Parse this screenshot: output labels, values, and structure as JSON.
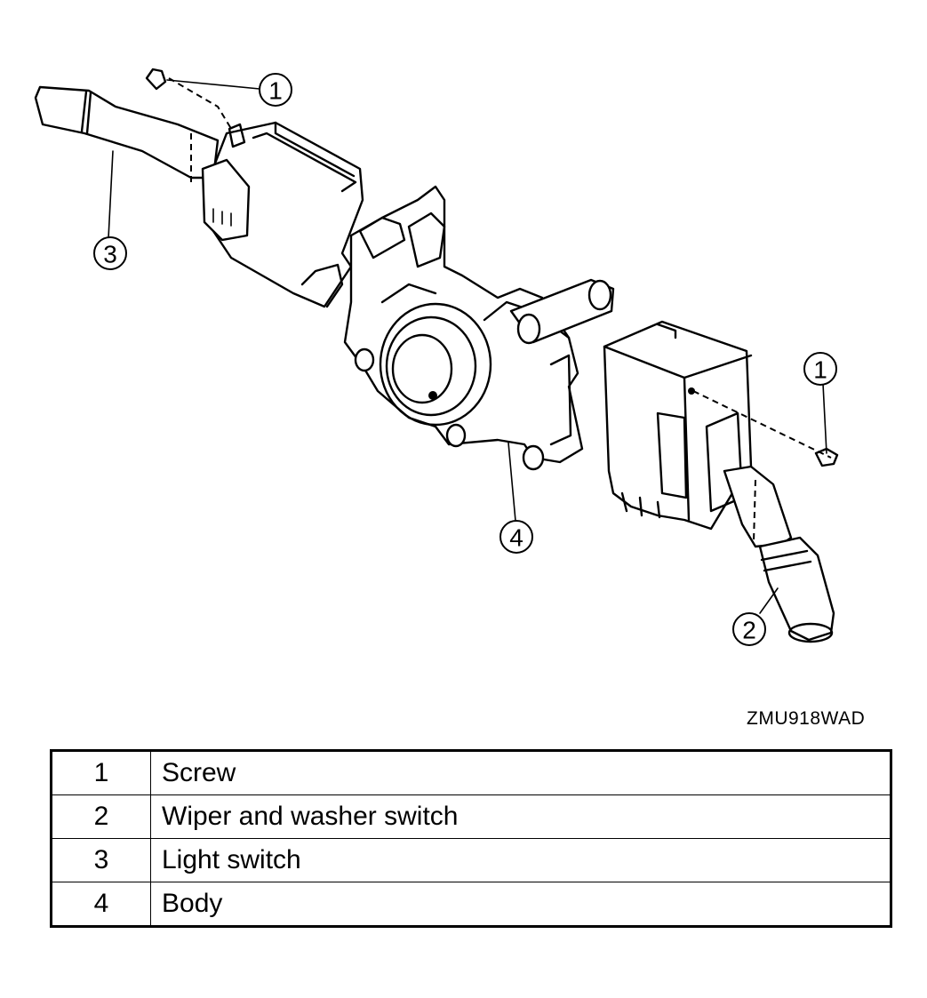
{
  "figure_code": "ZMU918WAD",
  "callouts": [
    {
      "number": "1"
    },
    {
      "number": "1"
    },
    {
      "number": "2"
    },
    {
      "number": "3"
    },
    {
      "number": "4"
    }
  ],
  "parts": [
    {
      "number": "1",
      "description": "Screw"
    },
    {
      "number": "2",
      "description": "Wiper and washer switch"
    },
    {
      "number": "3",
      "description": "Light switch"
    },
    {
      "number": "4",
      "description": "Body"
    }
  ]
}
